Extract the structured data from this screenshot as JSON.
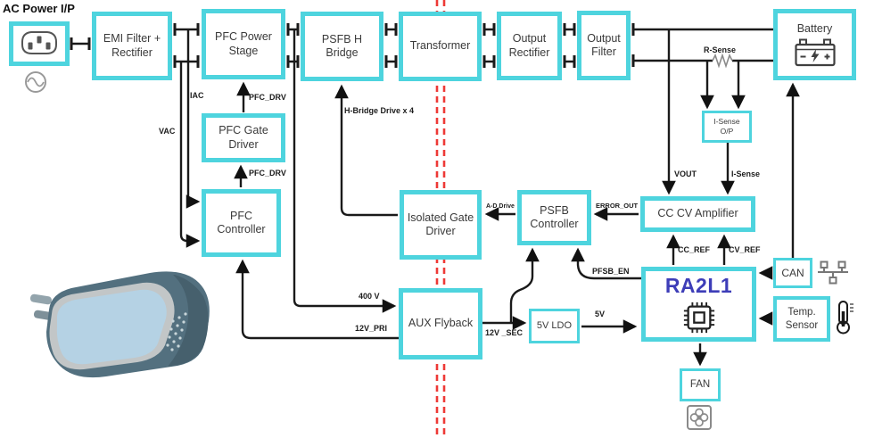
{
  "title": "AC Power I/P",
  "colors": {
    "accent_cyan": "#4ed4de",
    "isolation_red": "#ee3936",
    "mcu_text_blue": "#3d3db8",
    "wire_black": "#1a1a1a"
  },
  "blocks": {
    "emi": "EMI Filter +\nRectifier",
    "pfc_power": "PFC Power\nStage",
    "psfb_h": "PSFB H\nBridge",
    "transformer": "Transformer",
    "out_rect": "Output\nRectifier",
    "out_filter": "Output\nFilter",
    "battery": "Battery",
    "pfc_gate": "PFC Gate\nDriver",
    "pfc_ctrl": "PFC\nController",
    "iso_gate": "Isolated Gate\nDriver",
    "psfb_ctrl": "PSFB\nController",
    "cccv_amp": "CC CV Amplifier",
    "isense_op": "I-Sense\nO/P",
    "mcu": "RA2L1",
    "aux_flyback": "AUX Flyback",
    "ldo": "5V LDO",
    "can": "CAN",
    "temp_sensor": "Temp.\nSensor",
    "fan": "FAN"
  },
  "signals": {
    "iac": "IAC",
    "vac": "VAC",
    "pfc_drv_upper": "PFC_DRV",
    "pfc_drv_lower": "PFC_DRV",
    "h_bridge": "H-Bridge Drive x 4",
    "hv_400": "400 V",
    "v12_pri": "12V_PRI",
    "v12_sec": "12V _SEC",
    "v5": "5V",
    "ad_drive": "A-D Drive",
    "error_out": "ERROR_OUT",
    "pfsb_en": "PFSB_EN",
    "cc_ref": "CC_REF",
    "cv_ref": "CV_REF",
    "vout": "VOUT",
    "i_sense": "I-Sense",
    "r_sense": "R-Sense"
  },
  "icons": [
    "ac-inlet-icon",
    "ac-sine-icon",
    "battery-icon",
    "mcu-chip-icon",
    "resistor-icon",
    "can-bus-icon",
    "thermometer-icon",
    "fan-icon",
    "ac-adapter-photo"
  ]
}
